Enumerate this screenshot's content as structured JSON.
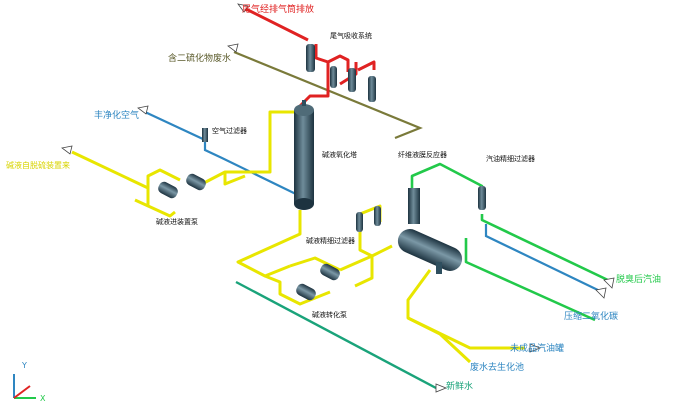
{
  "labels": {
    "tail_gas_to_stack": "尾气经排气筒排放",
    "tail_gas_absorb_system": "尾气吸收系统",
    "sulfide_wastewater": "含二硫化物废水",
    "clean_air": "丰净化空气",
    "caustic_from_unit": "碱液自脱硫装置来",
    "air_filter": "空气过滤器",
    "caustic_oxidizer": "碱液氧化塔",
    "caustic_feed_pump": "碱液进装置泵",
    "fiber_reactor": "纤维液膜反应器",
    "gasoline_fine_filter": "汽油精细过滤器",
    "caustic_fine_filter": "碱液精细过滤器",
    "caustic_transfer_pump": "碱液转化泵",
    "desulfurized_gasoline": "脱臭后汽油",
    "compressed_co2": "压缩二氧化碳",
    "unfinished_gasoline": "未成品汽油罐",
    "wastewater_biochem": "废水去生化池",
    "fresh_water": "新鲜水"
  },
  "axis": {
    "x": "X",
    "y": "Y"
  },
  "colors": {
    "caustic_line": "#e8e600",
    "gasoline_line": "#22c94a",
    "tail_gas_line": "#e02222",
    "air_line": "#2e86c1",
    "water_line": "#1aa37a",
    "wastewater_line": "#7a7a3a",
    "vessel": "#2f4f5f"
  }
}
